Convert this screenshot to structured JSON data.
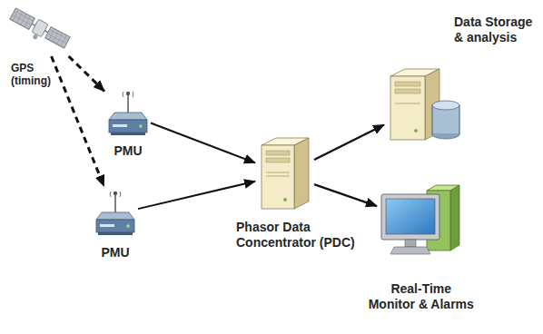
{
  "diagram": {
    "nodes": [
      {
        "text": [
          "GPS (timing)"
        ]
      },
      {
        "text": [
          "PMU"
        ]
      },
      {
        "text": [
          "PMU"
        ]
      },
      {
        "text": [
          "Phasor Data Concentrator (PDC)"
        ]
      },
      {
        "text": [
          "Data Storage & analysis"
        ]
      },
      {
        "text": [
          "Real-Time Monitor & Alarms"
        ]
      }
    ],
    "edges": [
      {
        "from": 0,
        "to": 1,
        "arrow": "to"
      },
      {
        "from": 0,
        "to": 2,
        "arrow": "to"
      },
      {
        "from": 1,
        "to": 3,
        "arrow": "to"
      },
      {
        "from": 2,
        "to": 3,
        "arrow": "to"
      },
      {
        "from": 3,
        "to": 4,
        "arrow": "to"
      },
      {
        "from": 3,
        "to": 5,
        "arrow": "to"
      }
    ]
  }
}
